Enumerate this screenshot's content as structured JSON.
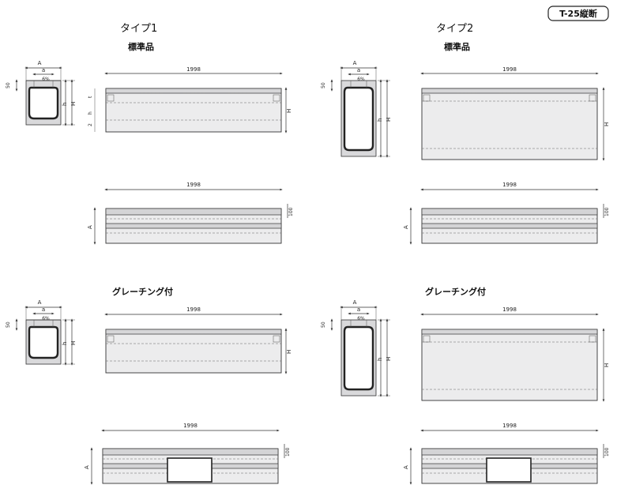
{
  "badge": "T-25縦断",
  "type1_title": "タイプ1",
  "type2_title": "タイプ2",
  "standard_label": "標準品",
  "grating_label": "グレーチング付",
  "dims": {
    "length": "1998",
    "width_outer": "A",
    "width_inner": "a",
    "slope": "6%",
    "height_total": "H",
    "height_inner": "h",
    "t_label": "t",
    "edge_50": "50",
    "edge_100": "100",
    "edge_2": "2"
  }
}
